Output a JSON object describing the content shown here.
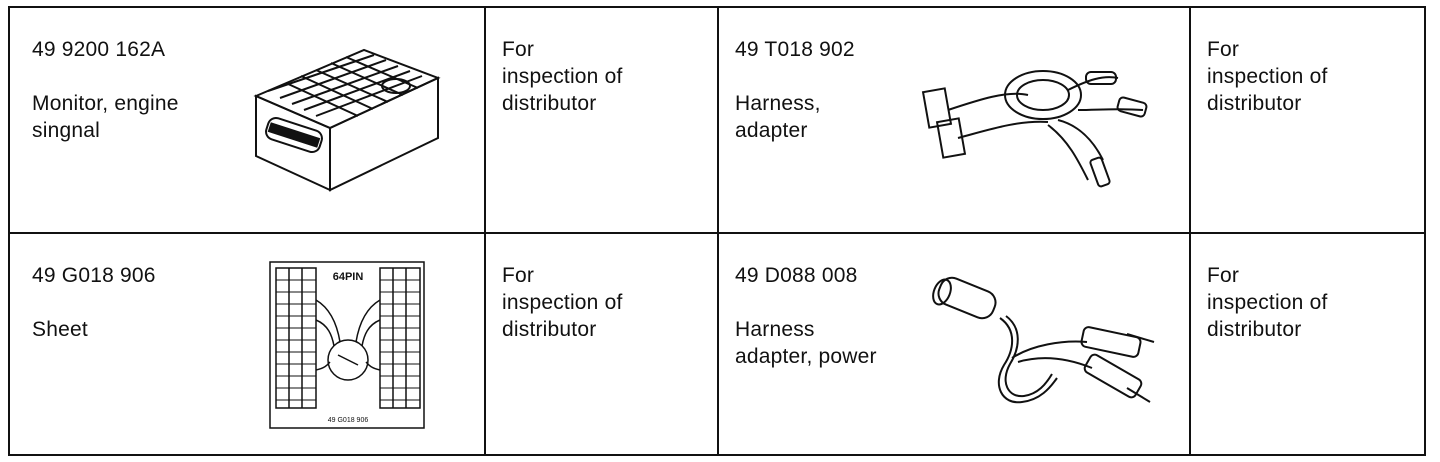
{
  "rows": [
    {
      "left": {
        "part_number": "49 9200 162A",
        "name_lines": [
          "Monitor, engine",
          "singnal"
        ],
        "purpose_lines": [
          "For",
          "inspection of",
          "distributor"
        ],
        "figure": "engine-signal-monitor-illustration"
      },
      "right": {
        "part_number": "49 T018 902",
        "name_lines": [
          "Harness,",
          "adapter"
        ],
        "purpose_lines": [
          "For",
          "inspection of",
          "distributor"
        ],
        "figure": "adapter-harness-illustration"
      }
    },
    {
      "left": {
        "part_number": "49 G018 906",
        "name_lines": [
          "Sheet"
        ],
        "purpose_lines": [
          "For",
          "inspection of",
          "distributor"
        ],
        "figure": "pin-sheet-illustration",
        "figure_label": "64PIN",
        "figure_caption": "49 G018 906"
      },
      "right": {
        "part_number": "49 D088 008",
        "name_lines": [
          "Harness",
          "adapter, power"
        ],
        "purpose_lines": [
          "For",
          "inspection of",
          "distributor"
        ],
        "figure": "power-adapter-harness-illustration"
      }
    }
  ]
}
